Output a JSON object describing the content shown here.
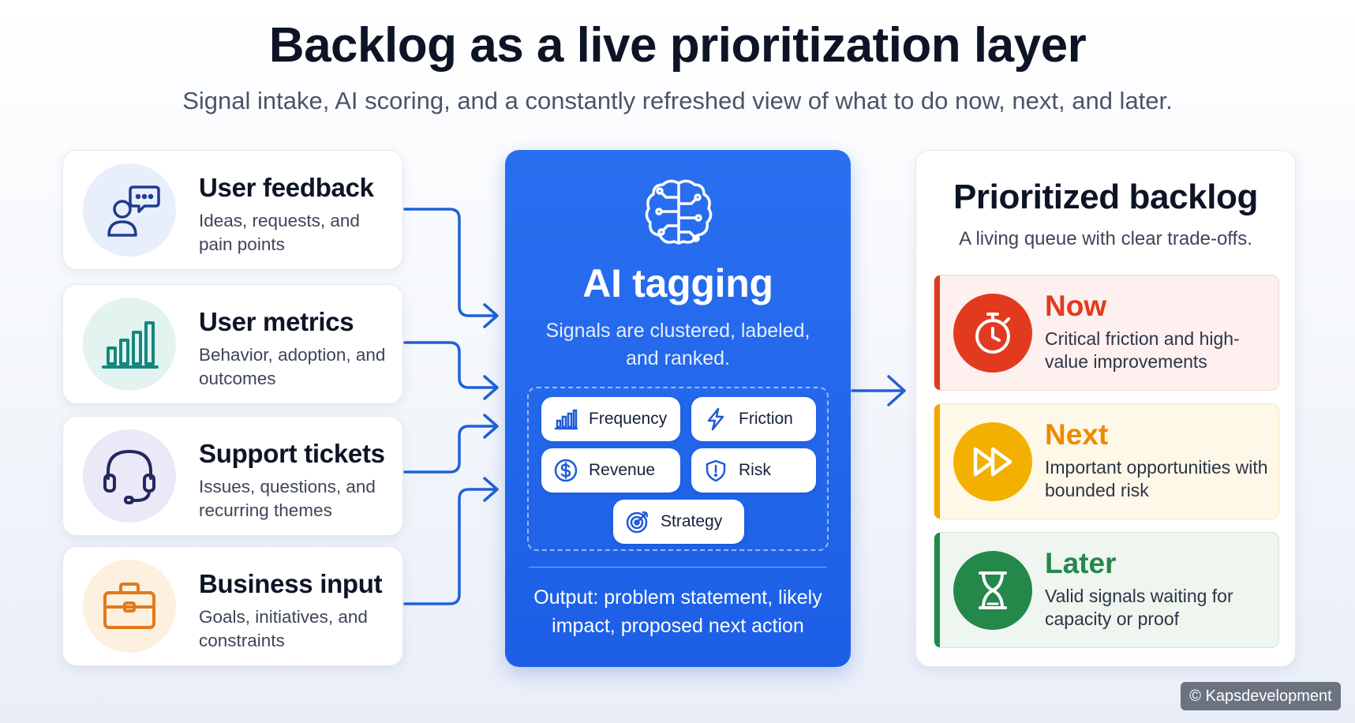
{
  "header": {
    "title": "Backlog as a live prioritization layer",
    "subtitle": "Signal intake, AI scoring, and a constantly refreshed view of what to do now, next, and later."
  },
  "sources": [
    {
      "title": "User feedback",
      "desc": "Ideas, requests, and pain points",
      "icon": "user-chat-icon",
      "accent": "#1f4aa8",
      "bg": "#e8eefb"
    },
    {
      "title": "User metrics",
      "desc": "Behavior, adoption, and outcomes",
      "icon": "bar-chart-icon",
      "accent": "#16877e",
      "bg": "#e3f3f0"
    },
    {
      "title": "Support tickets",
      "desc": "Issues, questions, and recurring themes",
      "icon": "headset-icon",
      "accent": "#2a2f66",
      "bg": "#ebe9f7"
    },
    {
      "title": "Business input",
      "desc": "Goals, initiatives, and constraints",
      "icon": "briefcase-icon",
      "accent": "#e07a1f",
      "bg": "#fdf0de"
    }
  ],
  "ai": {
    "icon": "brain-circuit-icon",
    "title": "AI tagging",
    "desc": "Signals are clustered, labeled, and ranked.",
    "tags": [
      {
        "label": "Frequency",
        "icon": "frequency-bars-icon"
      },
      {
        "label": "Friction",
        "icon": "lightning-icon"
      },
      {
        "label": "Revenue",
        "icon": "dollar-icon"
      },
      {
        "label": "Risk",
        "icon": "shield-icon"
      },
      {
        "label": "Strategy",
        "icon": "target-icon"
      }
    ],
    "output": "Output: problem statement, likely impact, proposed next action"
  },
  "backlog": {
    "title": "Prioritized backlog",
    "desc": "A living queue with clear trade-offs.",
    "tiers": [
      {
        "name": "Now",
        "desc": "Critical friction and high-value improvements",
        "icon": "stopwatch-icon",
        "color": "#e23a1e",
        "bg": "#fdf0ee",
        "border": "#f6d5cf"
      },
      {
        "name": "Next",
        "desc": "Important opportunities with bounded risk",
        "icon": "fast-forward-icon",
        "color": "#f2a700",
        "bg": "#fef8e8",
        "border": "#f8e6b5"
      },
      {
        "name": "Later",
        "desc": "Valid signals waiting for capacity or proof",
        "icon": "hourglass-icon",
        "color": "#23884a",
        "bg": "#eef6ef",
        "border": "#cfe6d5"
      }
    ]
  },
  "watermark": "© Kapsdevelopment"
}
